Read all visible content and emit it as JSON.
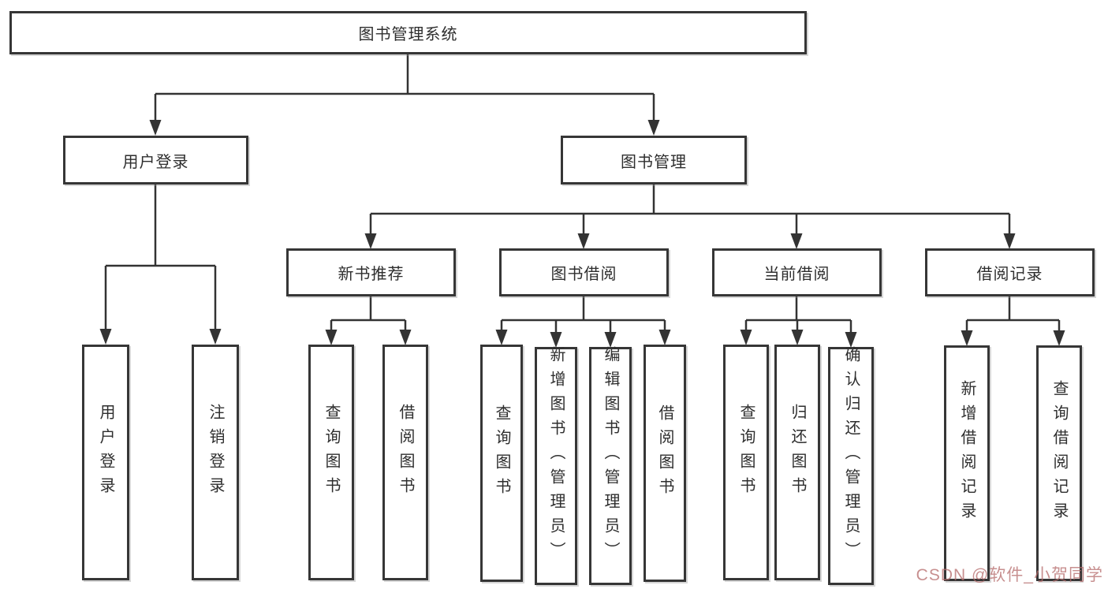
{
  "page": {
    "background": "#ffffff"
  },
  "colors": {
    "line": "#333333",
    "box_border": "#363636",
    "text": "#2e2e2e",
    "watermark": "#b56a6a"
  },
  "tree": {
    "root": {
      "label": "图书管理系统"
    },
    "children": [
      {
        "label": "用户登录",
        "children": [
          {
            "label": "用户登录"
          },
          {
            "label": "注销登录"
          }
        ]
      },
      {
        "label": "图书管理",
        "children": [
          {
            "label": "新书推荐",
            "children": [
              {
                "label": "查询图书"
              },
              {
                "label": "借阅图书"
              }
            ]
          },
          {
            "label": "图书借阅",
            "children": [
              {
                "label": "查询图书"
              },
              {
                "label": "新增图书（管理员）"
              },
              {
                "label": "编辑图书（管理员）"
              },
              {
                "label": "借阅图书"
              }
            ]
          },
          {
            "label": "当前借阅",
            "children": [
              {
                "label": "查询图书"
              },
              {
                "label": "归还图书"
              },
              {
                "label": "确认归还（管理员）"
              }
            ]
          },
          {
            "label": "借阅记录",
            "children": [
              {
                "label": "新增借阅记录"
              },
              {
                "label": "查询借阅记录"
              }
            ]
          }
        ]
      }
    ]
  },
  "watermark": {
    "text": "CSDN @软件_小贺同学"
  }
}
